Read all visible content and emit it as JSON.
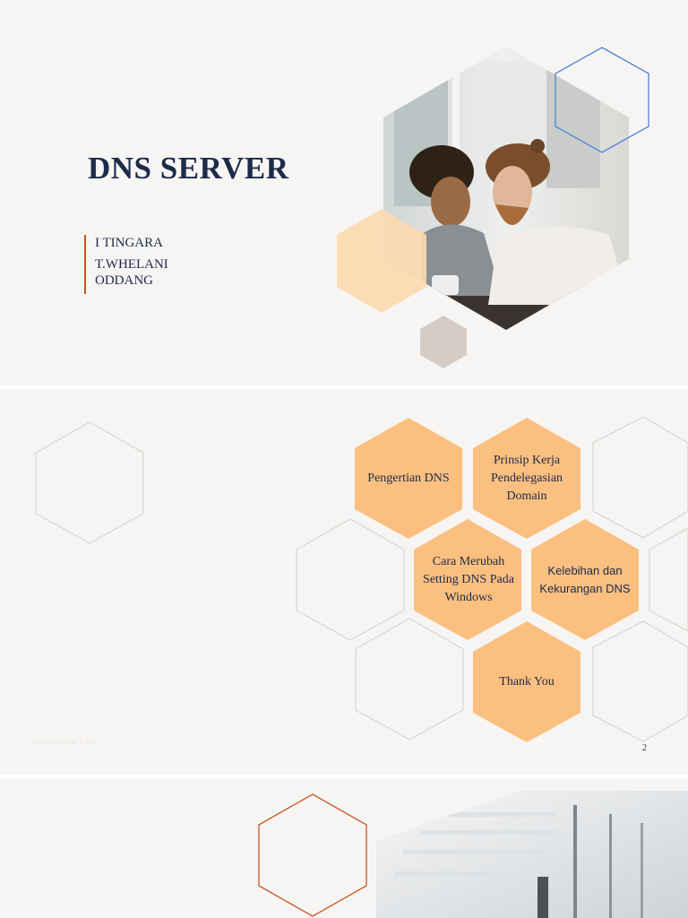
{
  "slide1": {
    "title": "DNS SERVER",
    "authors": [
      "I TINGARA",
      "T.WHELANI ODDANG"
    ]
  },
  "slide2": {
    "agenda": [
      "Pengertian DNS",
      "Prinsip Kerja Pendelegasian Domain",
      "Cara Merubah Setting DNS Pada Windows",
      "Kelebihan dan Kekurangan DNS",
      "Thank You"
    ],
    "footer": "Presentation Title",
    "page_number": "2"
  },
  "colors": {
    "accent_orange": "#fbbf7f",
    "peach": "#fcd9b0",
    "blue_outline": "#4f85d6",
    "rust": "#c8561e",
    "title_navy": "#1c2b4a"
  }
}
